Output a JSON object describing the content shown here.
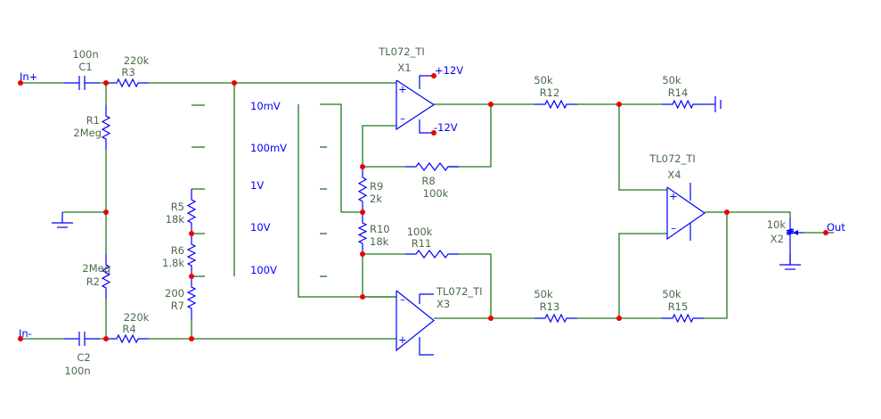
{
  "ports": {
    "in_plus": "In+",
    "in_minus": "In-",
    "out": "Out"
  },
  "supplies": {
    "pos": "+12V",
    "neg": "-12V"
  },
  "capacitors": {
    "C1": {
      "name": "C1",
      "value": "100n"
    },
    "C2": {
      "name": "C2",
      "value": "100n"
    }
  },
  "resistors": {
    "R1": {
      "name": "R1",
      "value": "2Meg"
    },
    "R2": {
      "name": "R2",
      "value": "2Meg"
    },
    "R3": {
      "name": "R3",
      "value": "220k"
    },
    "R4": {
      "name": "R4",
      "value": "220k"
    },
    "R5": {
      "name": "R5",
      "value": "18k"
    },
    "R6": {
      "name": "R6",
      "value": "1.8k"
    },
    "R7": {
      "name": "R7",
      "value": "200"
    },
    "R8": {
      "name": "R8",
      "value": "100k"
    },
    "R9": {
      "name": "R9",
      "value": "2k"
    },
    "R10": {
      "name": "R10",
      "value": "18k"
    },
    "R11": {
      "name": "R11",
      "value": "100k"
    },
    "R12": {
      "name": "R12",
      "value": "50k"
    },
    "R13": {
      "name": "R13",
      "value": "50k"
    },
    "R14": {
      "name": "R14",
      "value": "50k"
    },
    "R15": {
      "name": "R15",
      "value": "50k"
    }
  },
  "opamps": {
    "X1": {
      "name": "X1",
      "model": "TL072_TI"
    },
    "X3": {
      "name": "X3",
      "model": "TL072_TI"
    },
    "X4": {
      "name": "X4",
      "model": "TL072_TI"
    }
  },
  "potentiometer": {
    "name": "X2",
    "value": "10k"
  },
  "range_switch": {
    "positions": [
      "10mV",
      "100mV",
      "1V",
      "10V",
      "100V"
    ]
  },
  "colors": {
    "wire": "#1f7a1f",
    "component": "#0000ff",
    "node": "#ee0000",
    "label": "#4a6a4a"
  }
}
